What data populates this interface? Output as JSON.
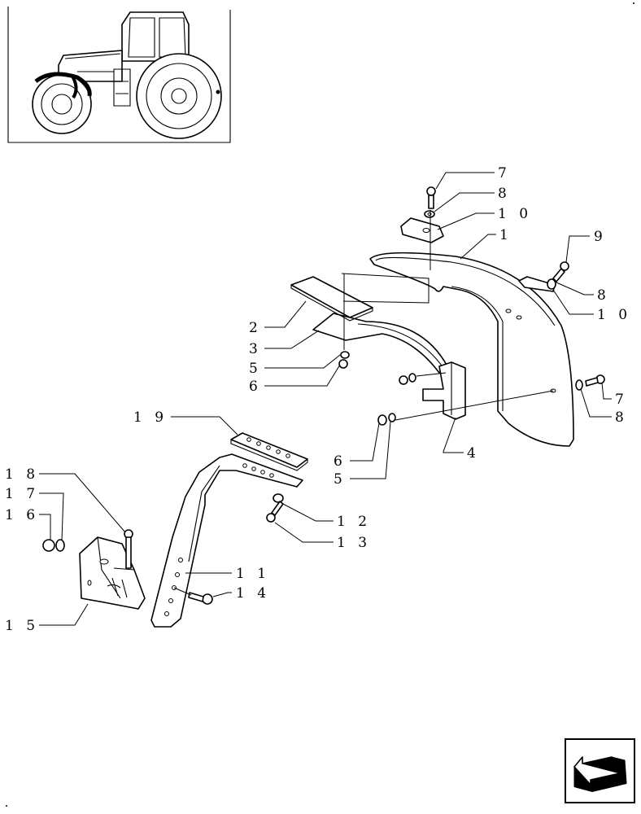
{
  "callouts": [
    {
      "id": "c-7a",
      "text": "7"
    },
    {
      "id": "c-8a",
      "text": "8"
    },
    {
      "id": "c-10a",
      "text": "1 0"
    },
    {
      "id": "c-1",
      "text": "1"
    },
    {
      "id": "c-9",
      "text": "9"
    },
    {
      "id": "c-8b",
      "text": "8"
    },
    {
      "id": "c-10b",
      "text": "1 0"
    },
    {
      "id": "c-2",
      "text": "2"
    },
    {
      "id": "c-3",
      "text": "3"
    },
    {
      "id": "c-5a",
      "text": "5"
    },
    {
      "id": "c-6a",
      "text": "6"
    },
    {
      "id": "c-7b",
      "text": "7"
    },
    {
      "id": "c-8c",
      "text": "8"
    },
    {
      "id": "c-19",
      "text": "1 9"
    },
    {
      "id": "c-6b",
      "text": "6"
    },
    {
      "id": "c-5b",
      "text": "5"
    },
    {
      "id": "c-4",
      "text": "4"
    },
    {
      "id": "c-18",
      "text": "1 8"
    },
    {
      "id": "c-17",
      "text": "1 7"
    },
    {
      "id": "c-16",
      "text": "1 6"
    },
    {
      "id": "c-12",
      "text": "1 2"
    },
    {
      "id": "c-13",
      "text": "1 3"
    },
    {
      "id": "c-11",
      "text": "1 1"
    },
    {
      "id": "c-14",
      "text": "1 4"
    },
    {
      "id": "c-15",
      "text": "1 5"
    }
  ],
  "colors": {
    "ink": "#000000",
    "paper": "#ffffff"
  },
  "icons": {
    "thumbnail": "tractor-thumbnail-icon",
    "nav": "next-page-arrow-icon"
  }
}
